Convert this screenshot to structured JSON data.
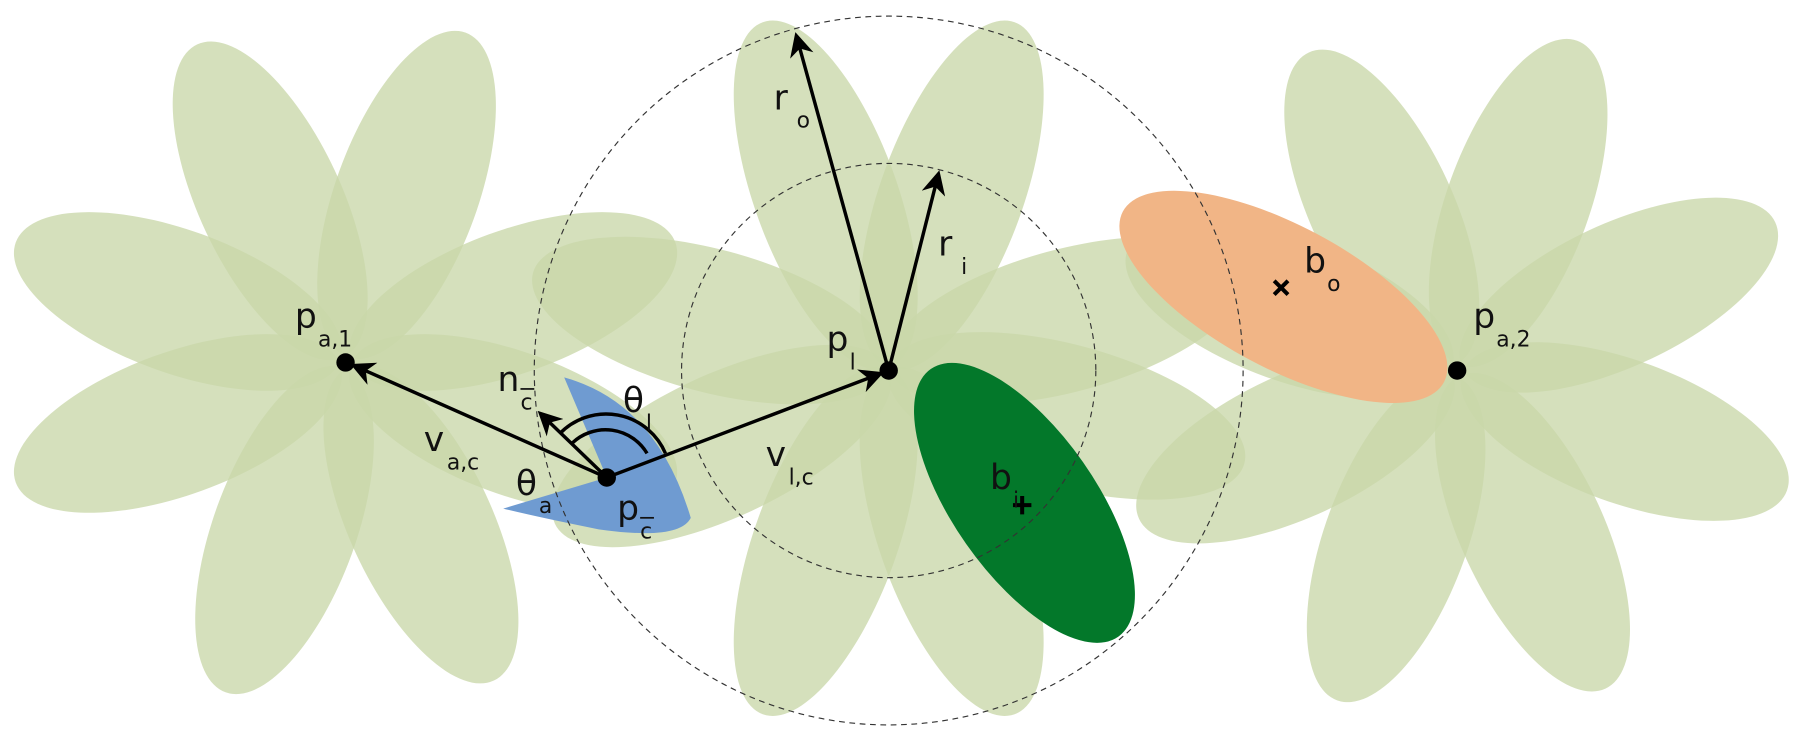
{
  "labels": {
    "p_a1": {
      "main": "p",
      "sub": "a,1"
    },
    "p_a2": {
      "main": "p",
      "sub": "a,2"
    },
    "p_l": {
      "main": "p",
      "sub": "l"
    },
    "p_c": {
      "main": "p",
      "sub": "c"
    },
    "n_c": {
      "main": "n",
      "sub": "c"
    },
    "theta_l": {
      "main": "θ",
      "sub": "l"
    },
    "theta_a": {
      "main": "θ",
      "sub": "a"
    },
    "v_ac": {
      "main": "v",
      "sub": "a,c"
    },
    "v_lc": {
      "main": "v",
      "sub": "l,c"
    },
    "r_o": {
      "main": "r",
      "sub": "o"
    },
    "r_i": {
      "main": "r",
      "sub": "i"
    },
    "b_i": {
      "main": "b",
      "sub": "i"
    },
    "b_o": {
      "main": "b",
      "sub": "o"
    }
  },
  "colors": {
    "petal": "#c9d7a9",
    "sector": "#6f9bd1",
    "inner_blob": "#03782a",
    "outer_blob": "#f1b586"
  }
}
